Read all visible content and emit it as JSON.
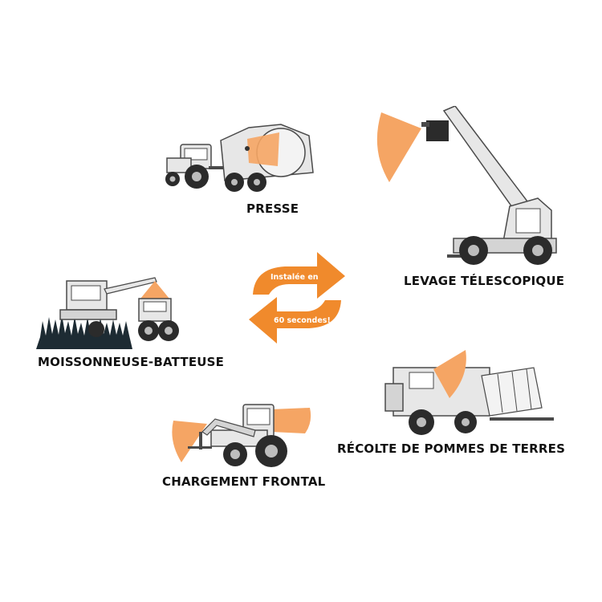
{
  "colors": {
    "accent": "#f08a2c",
    "camera_zone": "#f5a564",
    "machine_fill": "#e7e7e7",
    "machine_line": "#4a4a4a",
    "tire": "#2b2b2b",
    "label": "#111111"
  },
  "cycle": {
    "top_text": "Instalée en",
    "bottom_text": "60 secondes!"
  },
  "machines": {
    "presse": {
      "label": "PRESSE",
      "icon": "baler-icon"
    },
    "levage": {
      "label": "LEVAGE TÉLESCOPIQUE",
      "icon": "telehandler-icon"
    },
    "moissonneuse": {
      "label": "MOISSONNEUSE-BATTEUSE",
      "icon": "combine-harvester-icon"
    },
    "recolte": {
      "label": "RÉCOLTE DE POMMES DE TERRES",
      "icon": "potato-harvester-icon"
    },
    "chargement": {
      "label": "CHARGEMENT FRONTAL",
      "icon": "front-loader-icon"
    }
  }
}
